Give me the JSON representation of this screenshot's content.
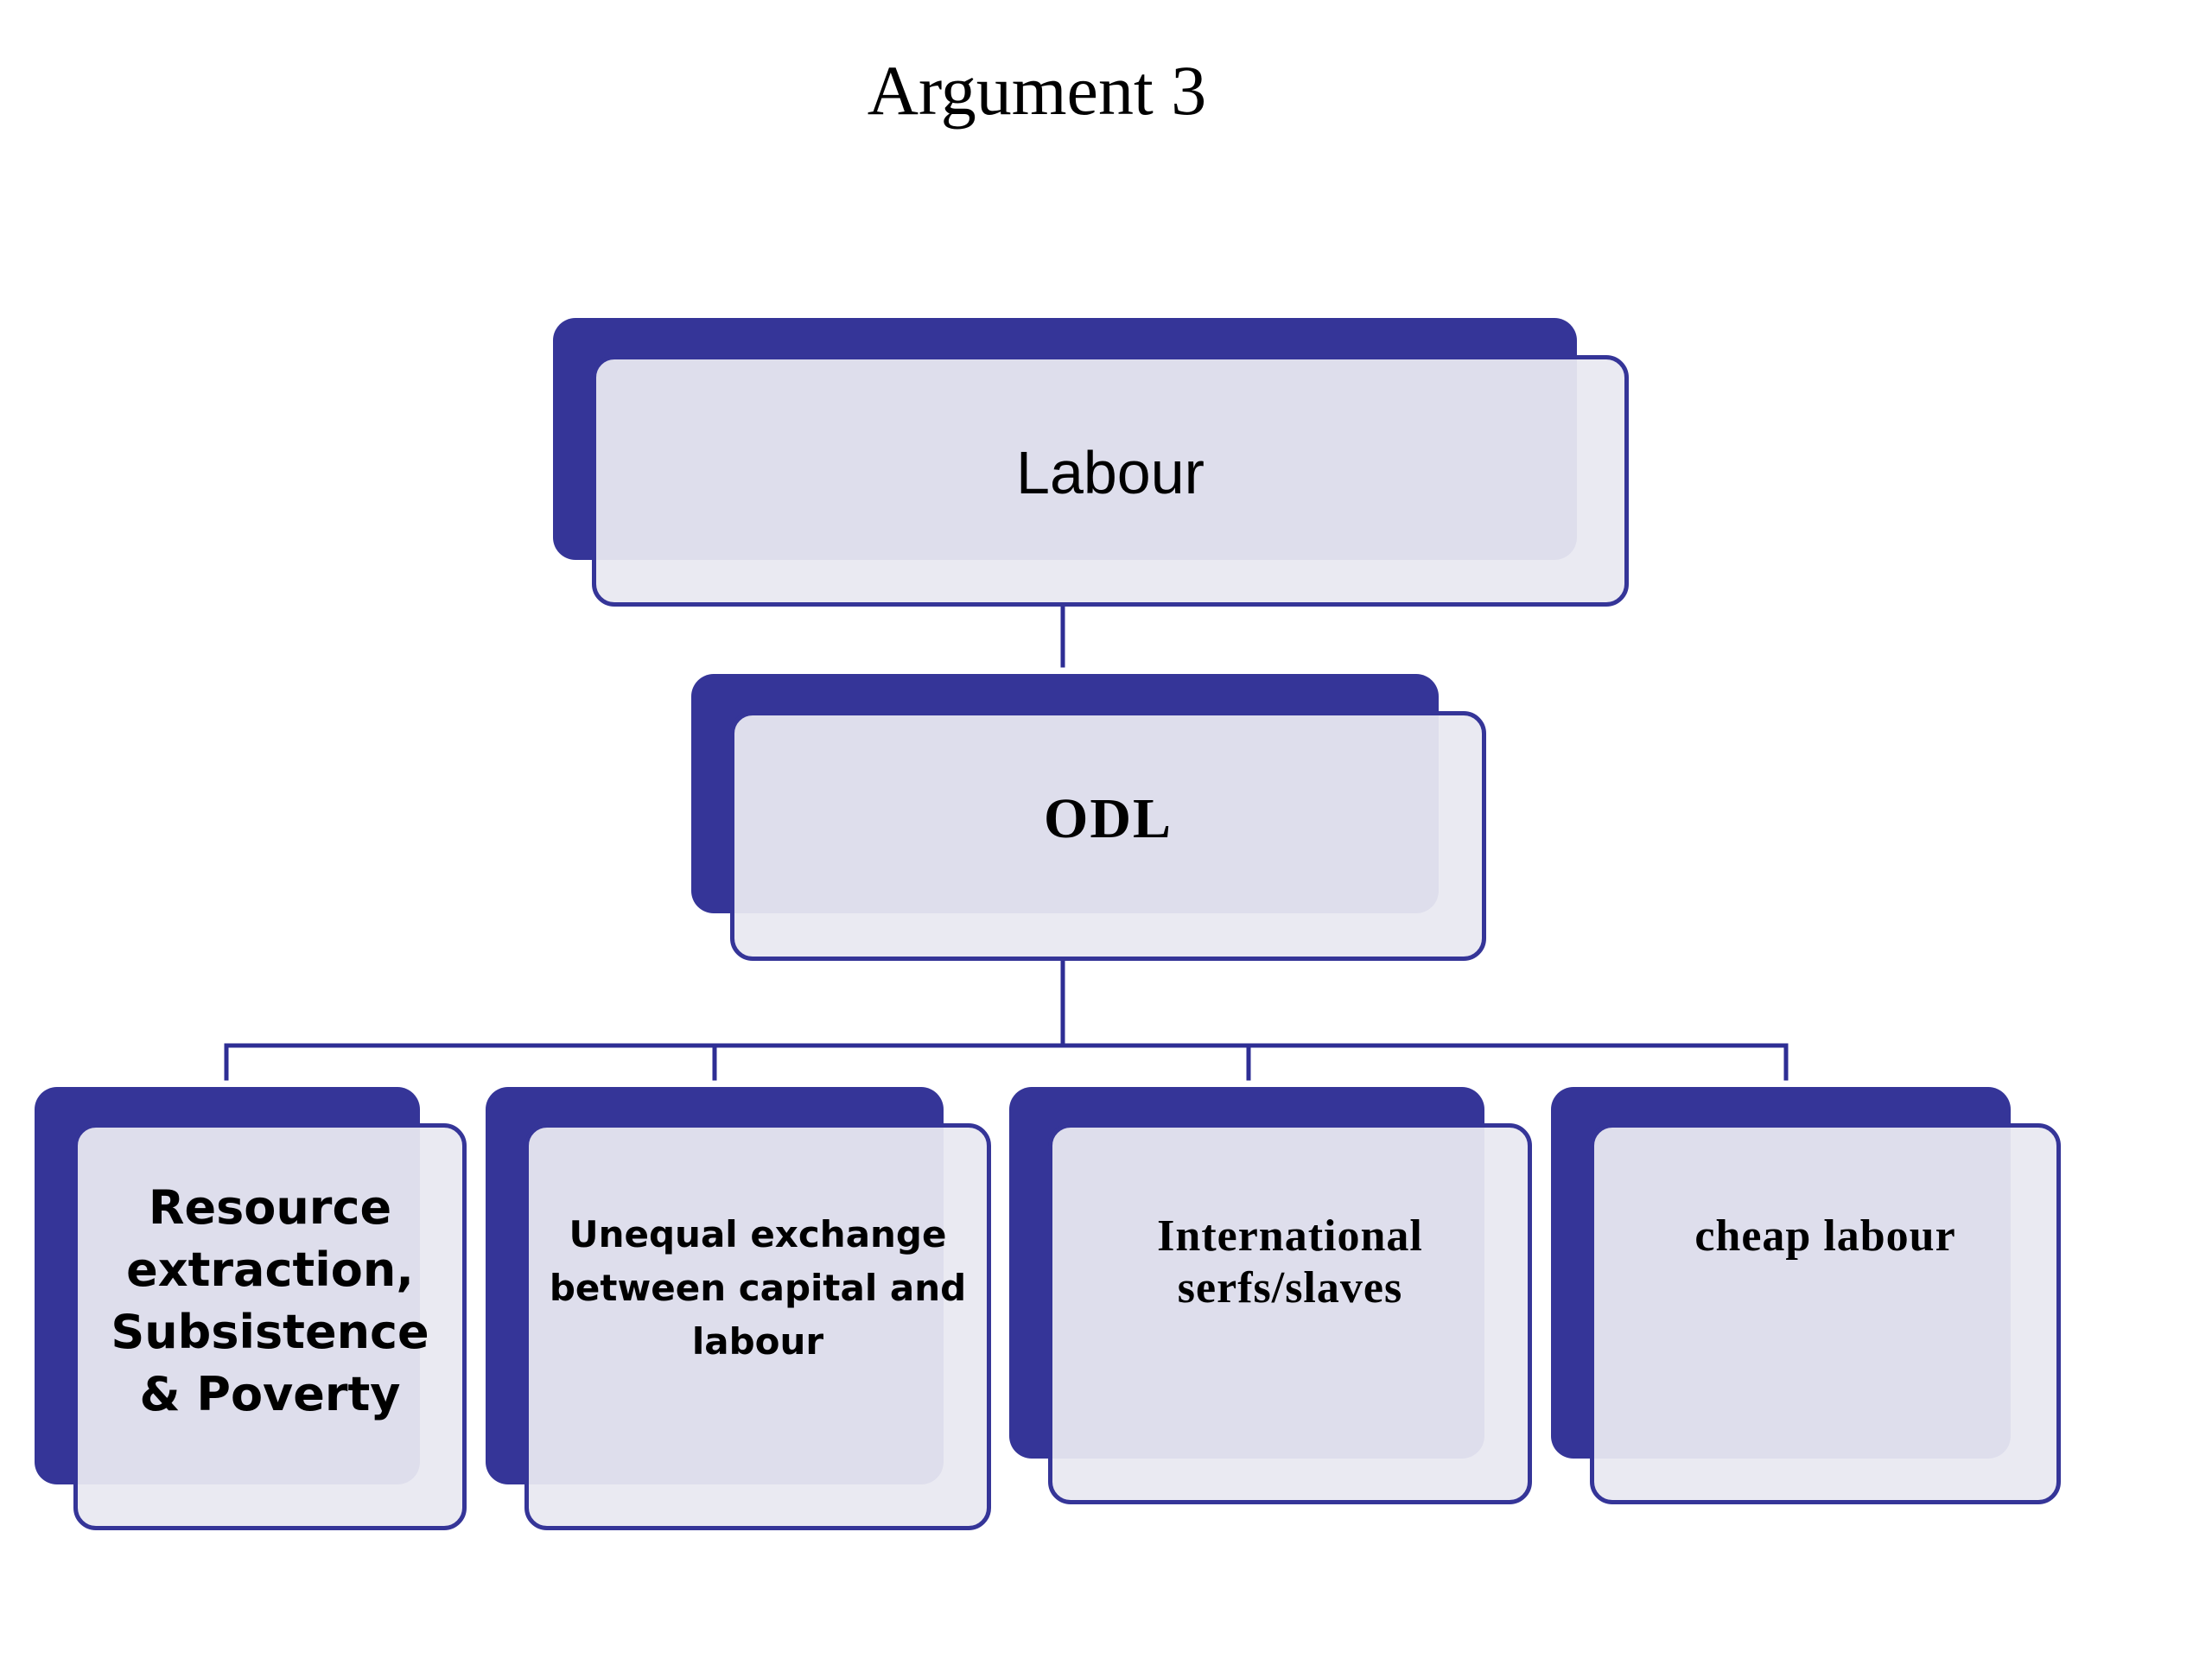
{
  "title": "Argument 3",
  "colors": {
    "accent": "#353598",
    "box_fill": "#e9e9f1",
    "connector": "#2e2e94",
    "text": "#000000"
  },
  "nodes": {
    "labour": {
      "label": "Labour"
    },
    "odl": {
      "label": "ODL"
    },
    "resource": {
      "label": "Resource extraction, Subsistence & Poverty"
    },
    "unequal": {
      "label": "Unequal exchange between capital and labour"
    },
    "serfs": {
      "label": "International serfs/slaves"
    },
    "cheap": {
      "label": "cheap labour"
    }
  }
}
